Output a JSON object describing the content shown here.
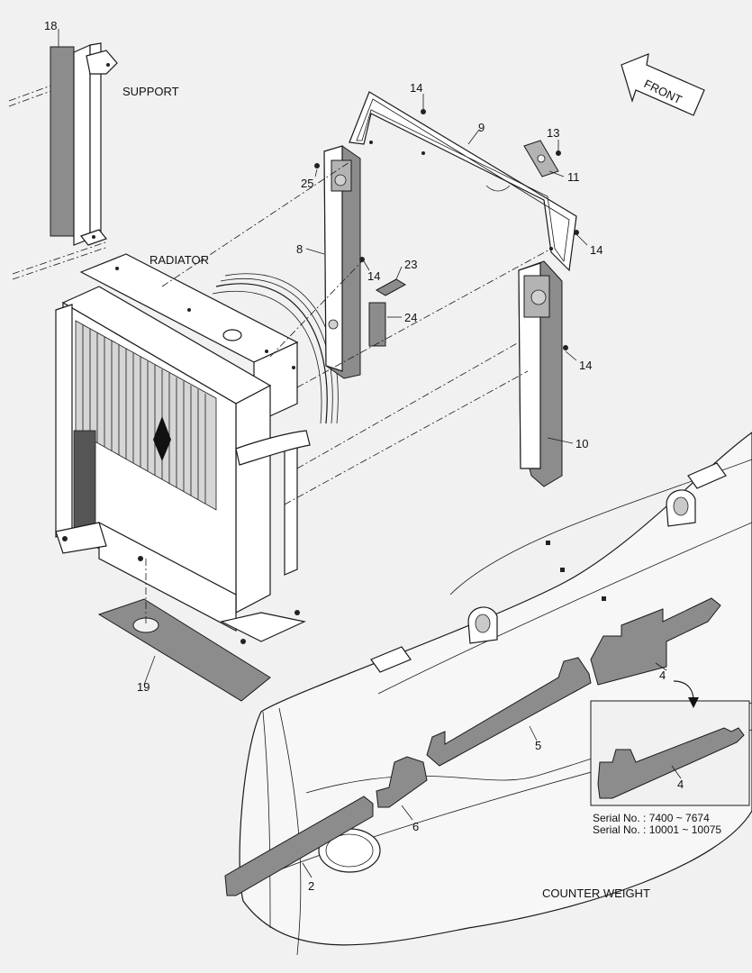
{
  "labels": {
    "support": "SUPPORT",
    "radiator": "RADIATOR",
    "front": "FRONT",
    "counter_weight": "COUNTER WEIGHT"
  },
  "serial_notes": [
    "Serial No. : 7400 ~ 7674",
    "Serial No. : 10001 ~ 10075"
  ],
  "part_numbers": {
    "p18": "18",
    "p14a": "14",
    "p9": "9",
    "p13": "13",
    "p11": "11",
    "p25": "25",
    "p14b": "14",
    "p8": "8",
    "p23": "23",
    "p14c": "14",
    "p24": "24",
    "p14d": "14",
    "p10": "10",
    "p19": "19",
    "p4": "4",
    "p5": "5",
    "p4_inset": "4",
    "p6": "6",
    "p2": "2"
  },
  "colors": {
    "background": "#f1f1f1",
    "pad_fill": "#8c8c8c",
    "line": "#1a1a1a"
  }
}
